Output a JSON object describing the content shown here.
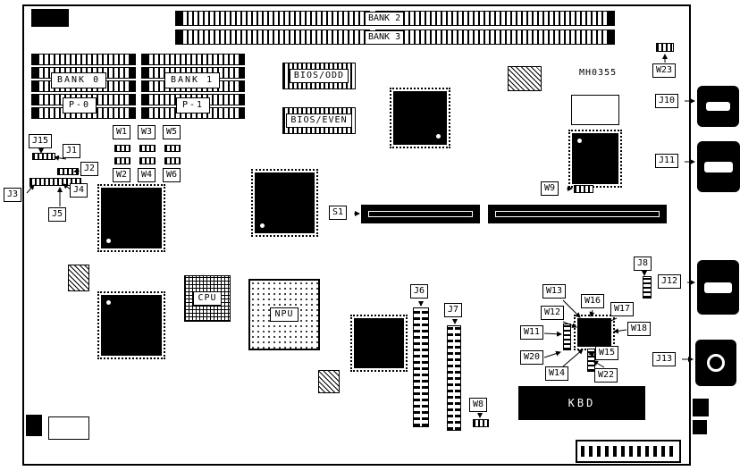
{
  "diagram": {
    "part_number": "MH0355",
    "memory": {
      "bank0": "BANK 0",
      "p0": "P-0",
      "bank1": "BANK 1",
      "p1": "P-1",
      "bank2": "BANK 2",
      "bank3": "BANK 3"
    },
    "chips": {
      "bios_odd": "BIOS/ODD",
      "bios_even": "BIOS/EVEN",
      "cpu": "CPU",
      "npu": "NPU"
    },
    "slots": {
      "s1": "S1"
    },
    "connectors": {
      "j1": "J1",
      "j2": "J2",
      "j3": "J3",
      "j4": "J4",
      "j5": "J5",
      "j6": "J6",
      "j7": "J7",
      "j8": "J8",
      "j10": "J10",
      "j11": "J11",
      "j12": "J12",
      "j13": "J13",
      "j15": "J15",
      "kbd": "KBD"
    },
    "jumpers": {
      "w1": "W1",
      "w2": "W2",
      "w3": "W3",
      "w4": "W4",
      "w5": "W5",
      "w6": "W6",
      "w8": "W8",
      "w9": "W9",
      "w11": "W11",
      "w12": "W12",
      "w13": "W13",
      "w14": "W14",
      "w15": "W15",
      "w16": "W16",
      "w17": "W17",
      "w18": "W18",
      "w20": "W20",
      "w22": "W22",
      "w23": "W23"
    }
  }
}
